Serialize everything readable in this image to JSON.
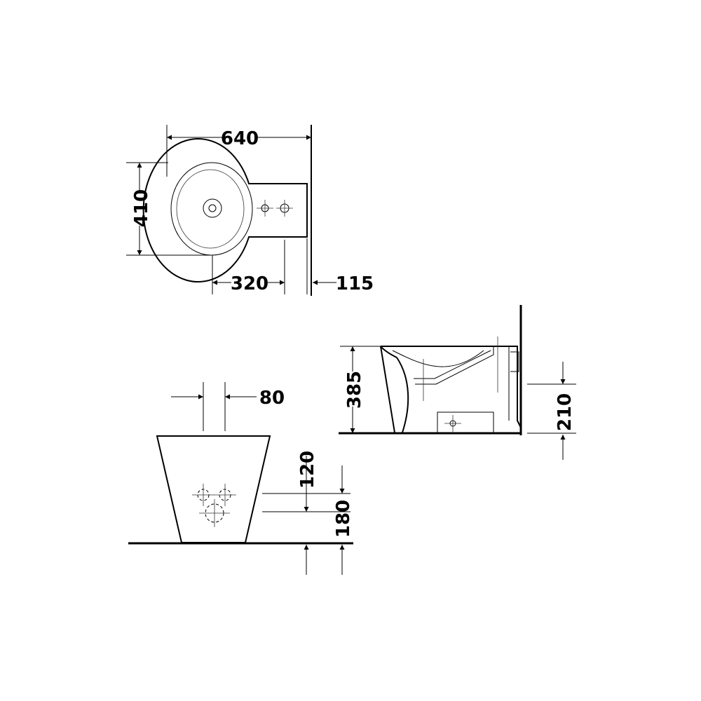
{
  "dimensions": {
    "top_width": "640",
    "top_depth": "410",
    "top_center_to_holes": "320",
    "top_wall_offset": "115",
    "front_hole_spacing": "80",
    "front_upper_height": "120",
    "front_lower_height": "180",
    "side_total_height": "385",
    "side_outlet_height": "210"
  }
}
